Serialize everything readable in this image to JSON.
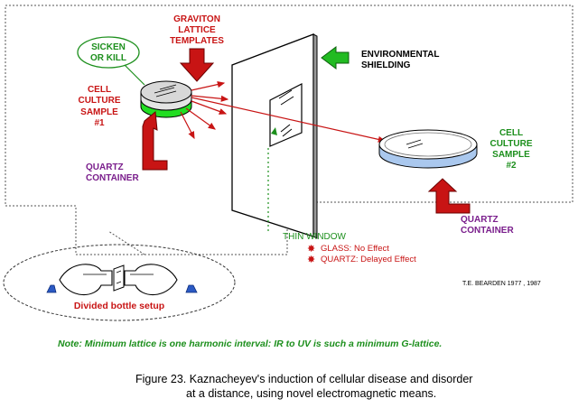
{
  "labels": {
    "sicken_1": "SICKEN",
    "sicken_2": "OR KILL",
    "graviton_1": "GRAVITON",
    "graviton_2": "LATTICE",
    "graviton_3": "TEMPLATES",
    "env_1": "ENVIRONMENTAL",
    "env_2": "SHIELDING",
    "cell1_1": "CELL",
    "cell1_2": "CULTURE",
    "cell1_3": "SAMPLE",
    "cell1_4": "#1",
    "quartz1_1": "QUARTZ",
    "quartz1_2": "CONTAINER",
    "cell2_1": "CELL",
    "cell2_2": "CULTURE",
    "cell2_3": "SAMPLE",
    "cell2_4": "#2",
    "quartz2_1": "QUARTZ",
    "quartz2_2": "CONTAINER",
    "thin_window": "THIN WINDOW",
    "glass": "GLASS:  No Effect",
    "quartz_delayed": "QUARTZ:  Delayed Effect",
    "copyright": "T.E. BEARDEN   1977 , 1987",
    "divided": "Divided bottle setup"
  },
  "note": "Note: Minimum lattice is one harmonic interval:  IR to UV is such  a minimum  G-lattice.",
  "caption_1": "Figure 23.  Kaznacheyev's induction of cellular disease and disorder",
  "caption_2": "at a distance, using novel electromagnetic means.",
  "colors": {
    "red": "#c81414",
    "green": "#1c8f1c",
    "purple": "#7a1e8c",
    "blue": "#2b59c3",
    "dish_blue": "#aac8ee"
  }
}
